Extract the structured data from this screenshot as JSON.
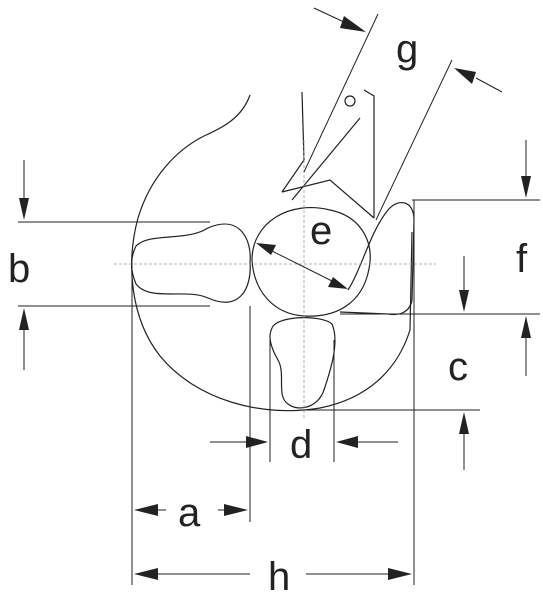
{
  "diagram": {
    "labels": {
      "a": "a",
      "b": "b",
      "c": "c",
      "d": "d",
      "e": "e",
      "f": "f",
      "g": "g",
      "h": "h"
    },
    "colors": {
      "line": "#222222",
      "centerline": "#999999",
      "background": "#ffffff"
    }
  }
}
